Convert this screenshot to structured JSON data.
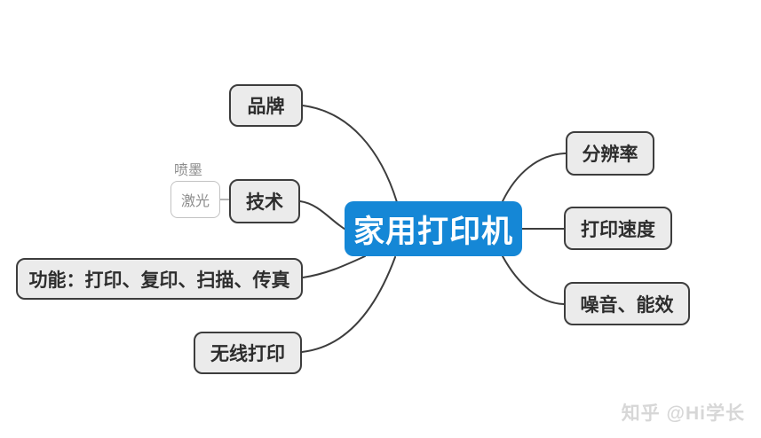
{
  "mindmap": {
    "root": {
      "label": "家用打印机"
    },
    "left_branches": [
      {
        "id": "brand",
        "label": "品牌"
      },
      {
        "id": "tech",
        "label": "技术",
        "children": [
          {
            "id": "inkjet",
            "label": "喷墨",
            "style": "plain-text"
          },
          {
            "id": "laser",
            "label": "激光",
            "style": "light-box"
          }
        ]
      },
      {
        "id": "features",
        "label": "功能：打印、复印、扫描、传真"
      },
      {
        "id": "wireless",
        "label": "无线打印"
      }
    ],
    "right_branches": [
      {
        "id": "resolution",
        "label": "分辨率"
      },
      {
        "id": "speed",
        "label": "打印速度"
      },
      {
        "id": "noise",
        "label": "噪音、能效"
      }
    ],
    "watermark": "知乎 @Hi学长"
  },
  "colors": {
    "root_bg": "#1587d6",
    "root_text": "#ffffff",
    "node_bg": "#ebebeb",
    "node_border": "#3d3d3d",
    "node_text": "#2d2d2d",
    "connector": "#3d3d3d",
    "subtopic_text": "#8c8c8c",
    "subtopic_border": "#c2c2c2",
    "watermark": "#d7d7d7"
  }
}
